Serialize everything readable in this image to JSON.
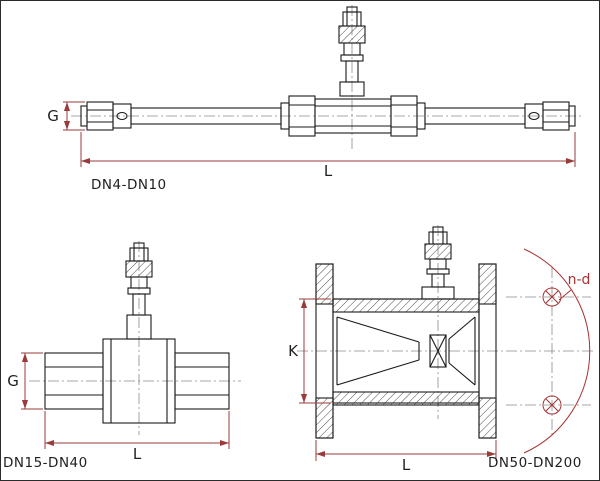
{
  "colors": {
    "outline": "#1a1a1a",
    "centerline": "#8a8a8a",
    "dimension": "#9a3b3b",
    "annotation": "#a83232",
    "text": "#1f1f1f",
    "background": "#ffffff"
  },
  "views": {
    "dn4_dn10": {
      "label": "DN4-DN10",
      "dim_g": "G",
      "dim_l": "L"
    },
    "dn15_dn40": {
      "label": "DN15-DN40",
      "dim_g": "G",
      "dim_l": "L"
    },
    "dn50_dn200": {
      "label": "DN50-DN200",
      "dim_k": "K",
      "dim_l": "L",
      "bolt_callout": "n-d"
    }
  }
}
